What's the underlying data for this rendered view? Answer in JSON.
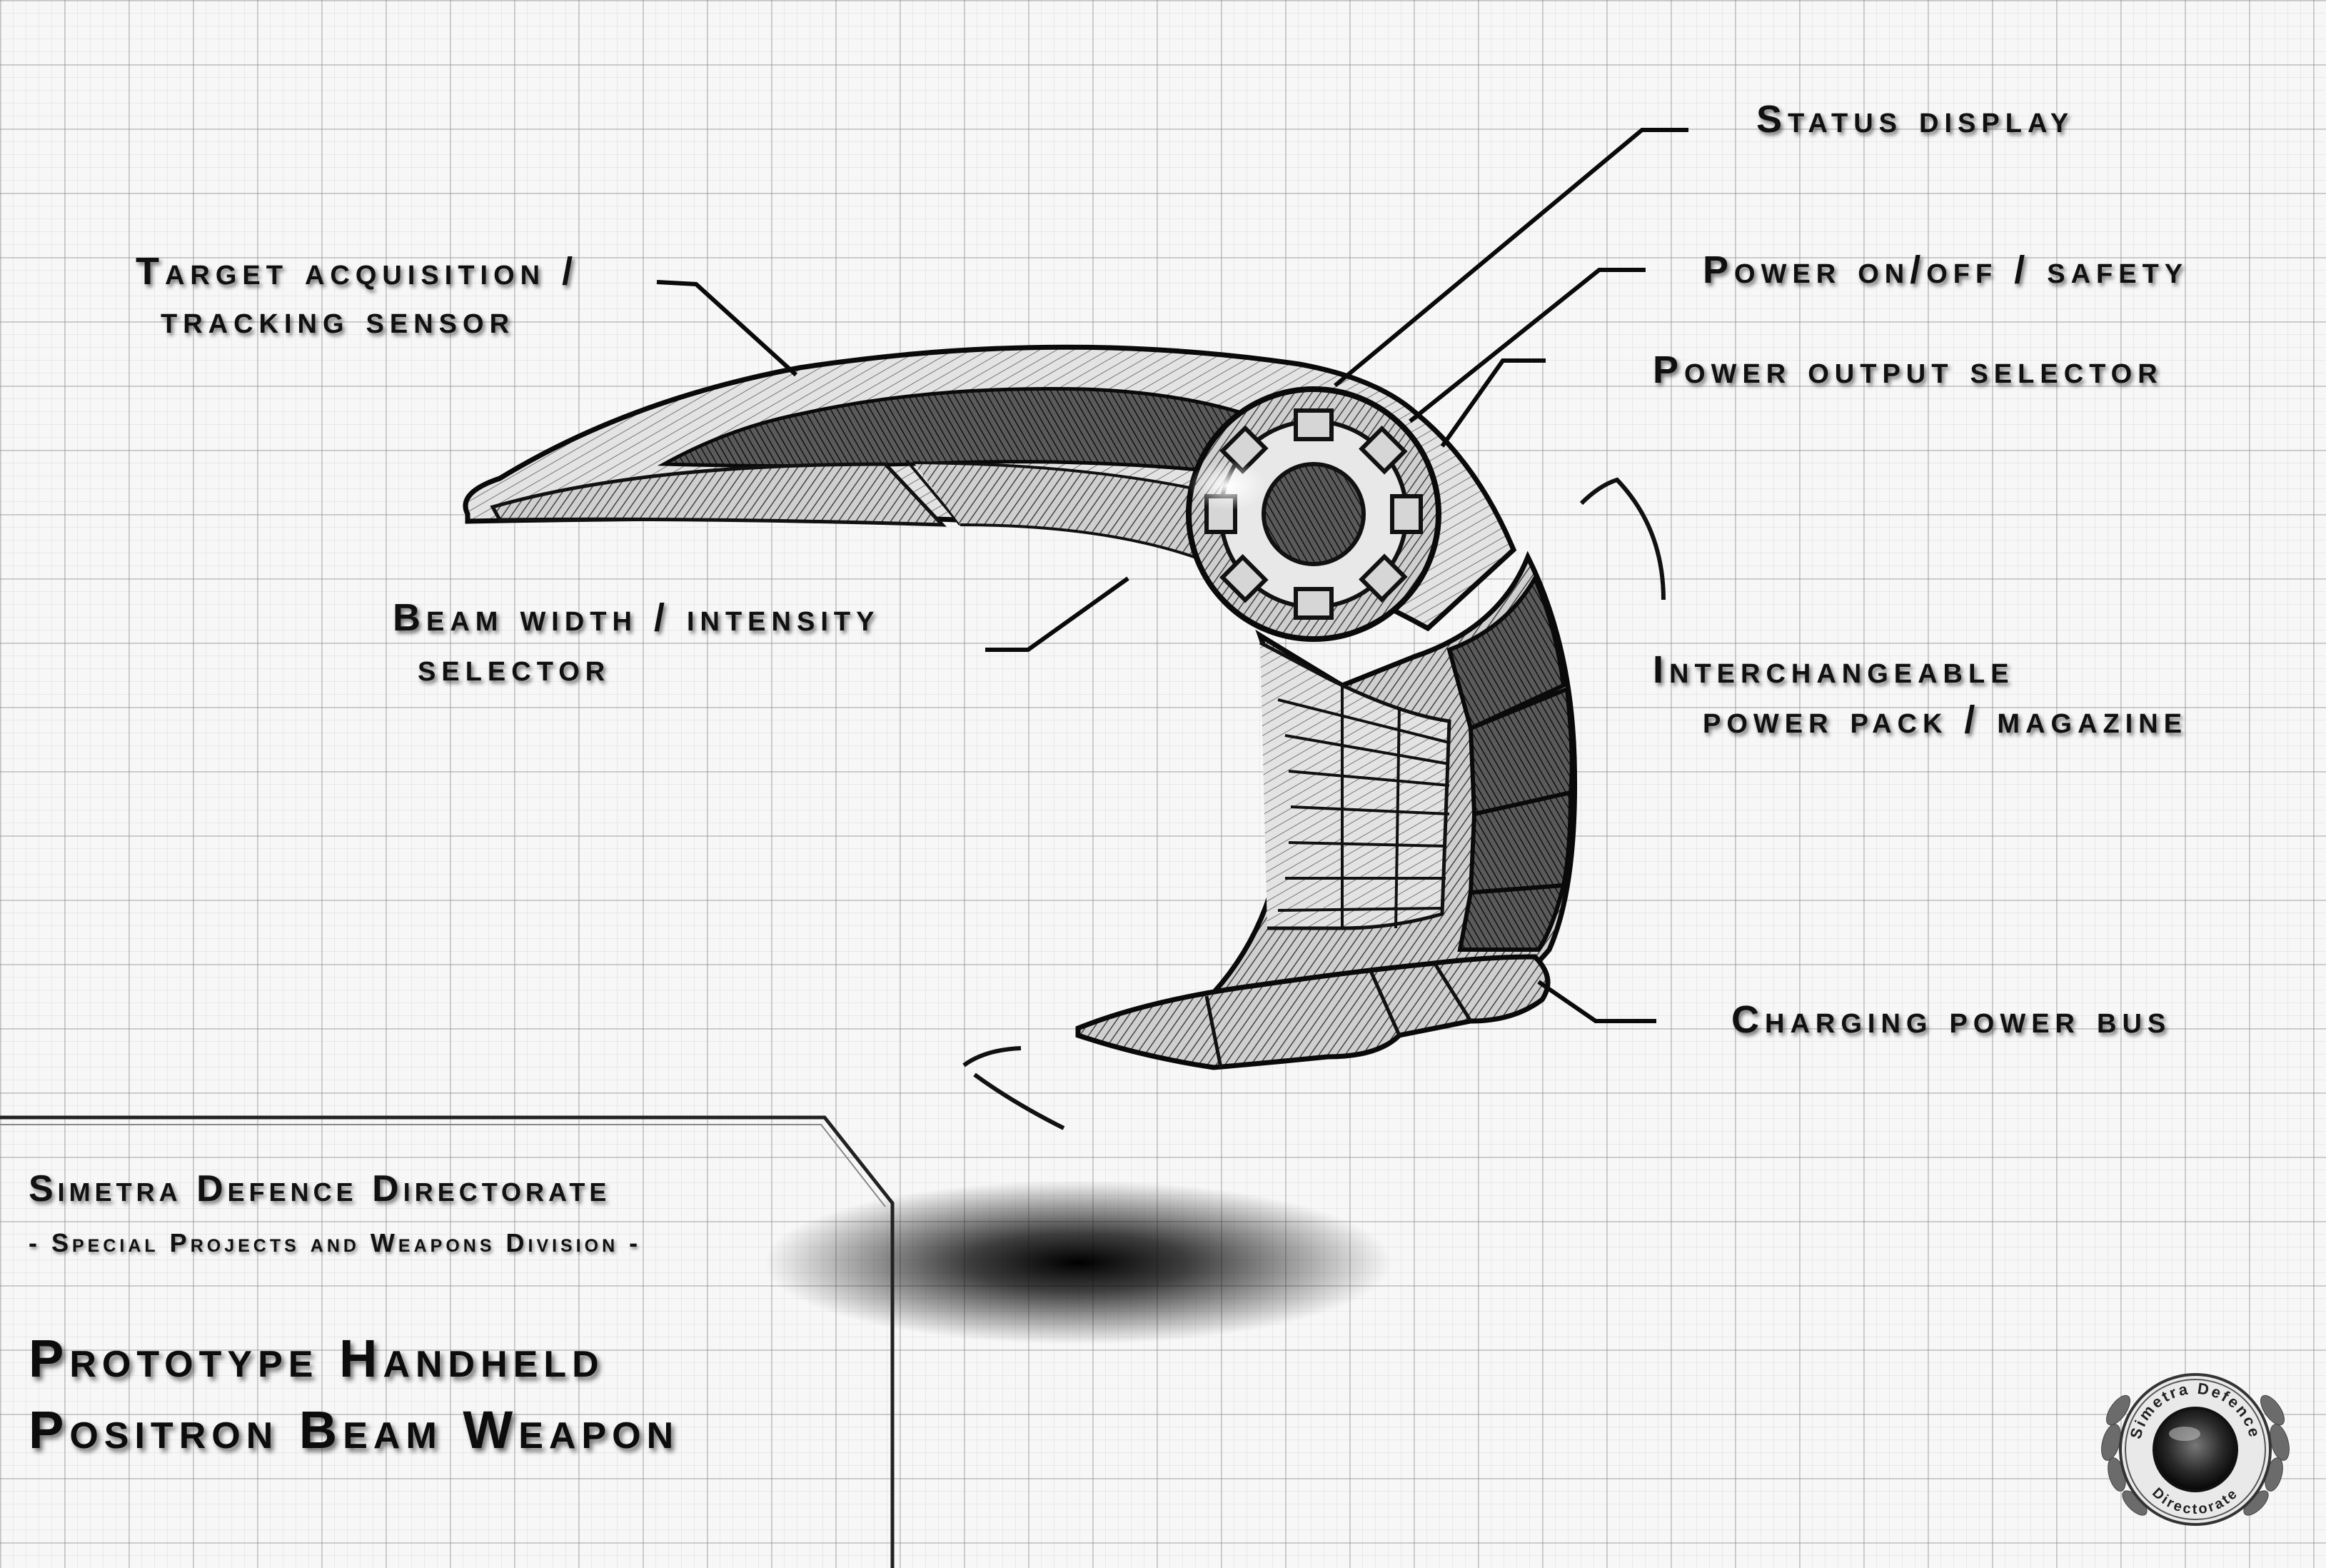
{
  "labels": {
    "status_display": "Status display",
    "target_line1": "Target acquisition /",
    "target_line2": "tracking sensor",
    "power_safety": "Power on/off / safety",
    "power_output": "Power output selector",
    "beam_line1": "Beam width / intensity",
    "beam_line2": "selector",
    "pack_line1": "Interchangeable",
    "pack_line2": "power pack / magazine",
    "charging_bus": "Charging power bus"
  },
  "footer": {
    "organization": "Simetra Defence Directorate",
    "division": "- Special Projects and Weapons Division -",
    "title_line1": "Prototype Handheld",
    "title_line2": "Positron Beam Weapon"
  },
  "seal": {
    "top_text": "Simetra Defence",
    "bottom_text": "Directorate"
  },
  "colors": {
    "ink": "#101010",
    "paper": "#f7f7f7",
    "grid": "#9a9a9a"
  }
}
